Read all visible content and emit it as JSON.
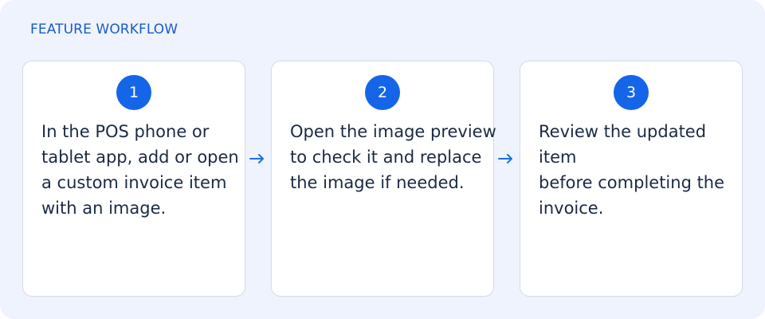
{
  "header": {
    "title": "FEATURE WORKFLOW"
  },
  "steps": [
    {
      "number": "1",
      "text": "In the POS phone or\ntablet app, add or open\na custom invoice item\nwith an image."
    },
    {
      "number": "2",
      "text": "Open the image preview\nto check it and replace\nthe image if needed."
    },
    {
      "number": "3",
      "text": "Review the updated item\nbefore completing the\ninvoice."
    }
  ],
  "icons": {
    "connector": "arrow-right-icon"
  },
  "colors": {
    "panel_background": "#eef3fd",
    "accent": "#1565e8",
    "title": "#1a5cc8",
    "body_text": "#1b2a44",
    "card_border": "#d5dbe6"
  }
}
